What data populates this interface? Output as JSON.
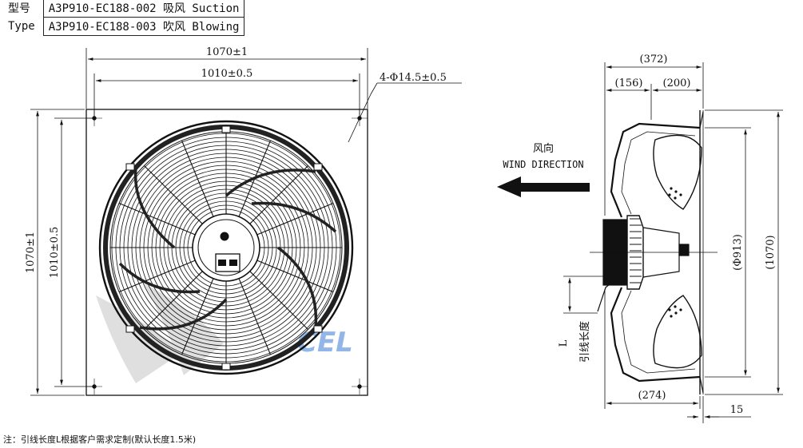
{
  "type_table": {
    "rows": [
      {
        "label": "型号",
        "value": "A3P910-EC188-002 吸风 Suction"
      },
      {
        "label": "Type",
        "value": "A3P910-EC188-003 吹风 Blowing"
      }
    ]
  },
  "front_view": {
    "overall_width": "1070±1",
    "hole_span_width": "1010±0.5",
    "hole_callout": "4-Φ14.5±0.5",
    "overall_height": "1070±1",
    "hole_span_height": "1010±0.5"
  },
  "side_view": {
    "depth_total": "(372)",
    "depth_front": "(156)",
    "depth_rear": "(200)",
    "diameter": "(Φ913)",
    "height": "(1070)",
    "depth_bottom": "(274)",
    "flange": "15",
    "lead_symbol": "L",
    "lead_label": "引线长度"
  },
  "wind": {
    "label_cn": "风向",
    "label_en": "WIND DIRECTION"
  },
  "note": "注：引线长度L根据客户需求定制(默认长度1.5米)",
  "watermark": "CEL",
  "colors": {
    "line": "#111111",
    "watermark": "#3b7bd8",
    "arrow": "#111111"
  }
}
